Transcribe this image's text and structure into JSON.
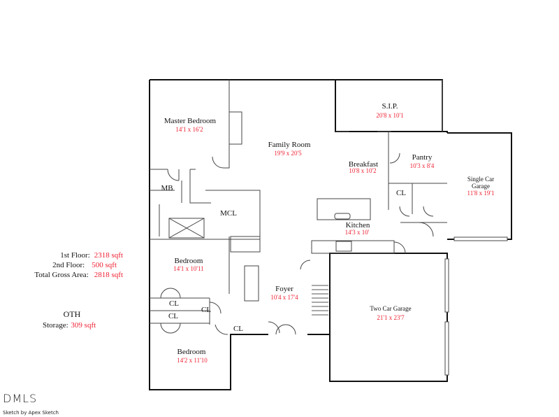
{
  "rooms": [
    {
      "id": "master-bedroom",
      "name": "Master Bedroom",
      "dims": "14'1 x 16'2"
    },
    {
      "id": "family-room",
      "name": "Family Room",
      "dims": "19'9 x 20'5"
    },
    {
      "id": "sip",
      "name": "S.I.P.",
      "dims": "20'8 x 10'1"
    },
    {
      "id": "breakfast",
      "name": "Breakfast",
      "dims": "10'8 x 10'2"
    },
    {
      "id": "pantry",
      "name": "Pantry",
      "dims": "10'3 x 8'4"
    },
    {
      "id": "single-car-garage",
      "name": "Single Car Garage",
      "name_line1": "Single Car",
      "name_line2": "Garage",
      "dims": "11'8 x 19'1"
    },
    {
      "id": "kitchen",
      "name": "Kitchen",
      "dims": "14'3 x 10'"
    },
    {
      "id": "bedroom-1",
      "name": "Bedroom",
      "dims": "14'1 x 10'11"
    },
    {
      "id": "foyer",
      "name": "Foyer",
      "dims": "10'4 x 17'4"
    },
    {
      "id": "two-car-garage",
      "name": "Two Car Garage",
      "dims": "21'1 x 23'7"
    },
    {
      "id": "bedroom-2",
      "name": "Bedroom",
      "dims": "14'2 x 11'10"
    }
  ],
  "unlabeled_rooms": {
    "mb": "MB",
    "mcl": "MCL",
    "cl": "CL"
  },
  "summary": {
    "first_floor_label": "1st Floor:",
    "first_floor_value": "2318 sqft",
    "second_floor_label": "2nd Floor:",
    "second_floor_value": "500 sqft",
    "total_label": "Total Gross Area:",
    "total_value": "2818 sqft",
    "oth_title": "OTH",
    "storage_label": "Storage:",
    "storage_value": "309 sqft"
  },
  "footer": {
    "watermark": "DMLS",
    "credit": "Sketch by Apex Sketch"
  },
  "colors": {
    "wall": "#111111",
    "dimension_text": "#ee2233"
  }
}
